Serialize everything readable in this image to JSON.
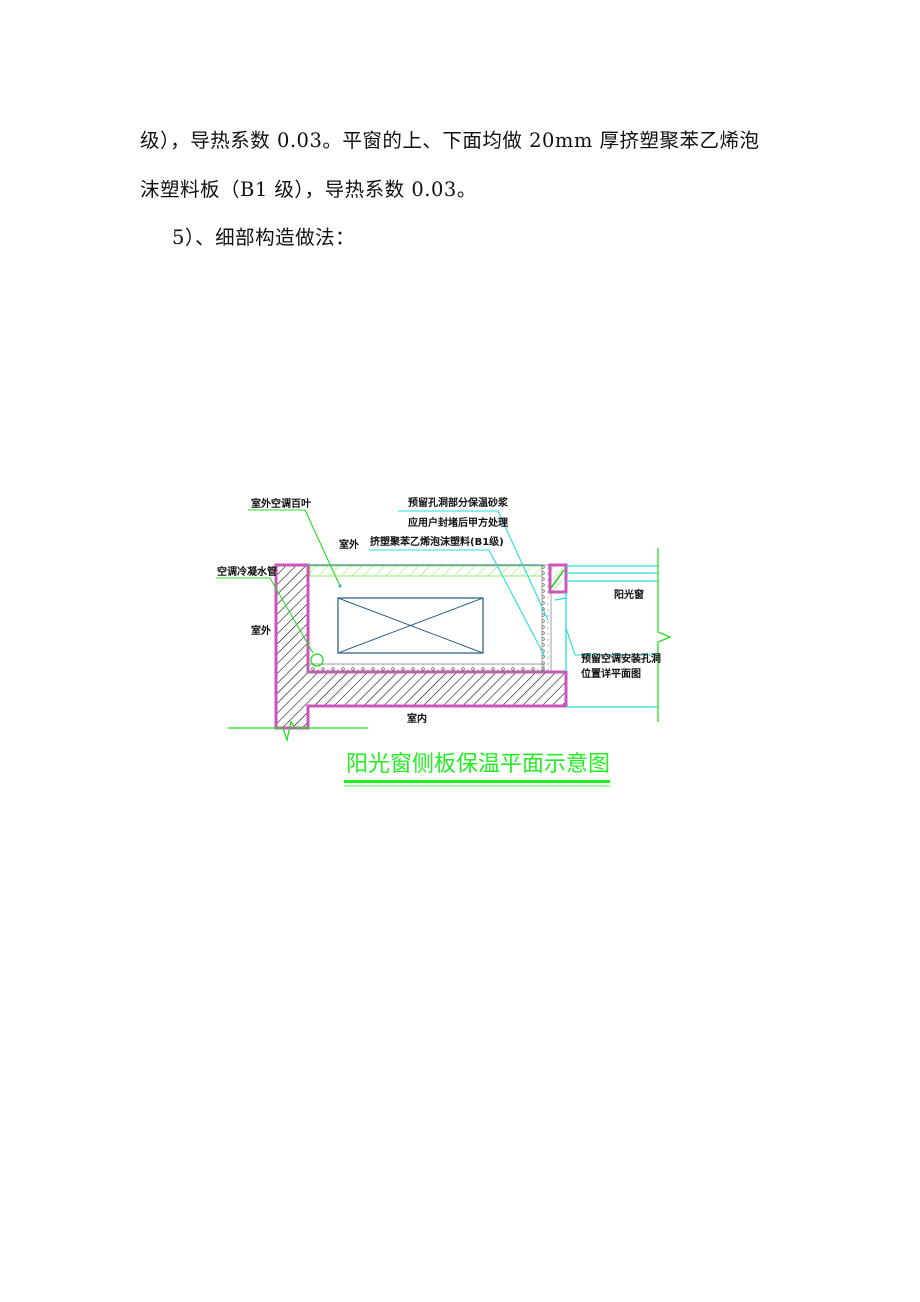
{
  "document": {
    "paragraphs": [
      "级），导热系数 0.03。平窗的上、下面均做 20mm 厚挤塑聚苯乙烯泡",
      "沫塑料板（B1 级），导热系数 0.03。",
      "5）、细部构造做法："
    ]
  },
  "figure": {
    "title": "阳光窗侧板保温平面示意图",
    "labels": {
      "outdoor_louver": "室外空调百叶",
      "outdoor_top": "室外",
      "outdoor_left": "室外",
      "indoor": "室内",
      "condensate_pipe": "空调冷凝水管",
      "reserved_hole_mortar": "预留孔洞部分保温砂浆",
      "seal_note": "应用户封堵后甲方处理",
      "xps_board": "挤塑聚苯乙烯泡沫塑料(B1级)",
      "sun_window": "阳光窗",
      "reserved_ac_hole_1": "预留空调安装孔洞",
      "reserved_ac_hole_2": "位置详平面图"
    },
    "colors": {
      "wall_outline": "#cc55bb",
      "leader_green": "#22dd22",
      "leader_cyan": "#22dddd",
      "unit_box": "#336688",
      "insulation": "#ccff99"
    }
  }
}
